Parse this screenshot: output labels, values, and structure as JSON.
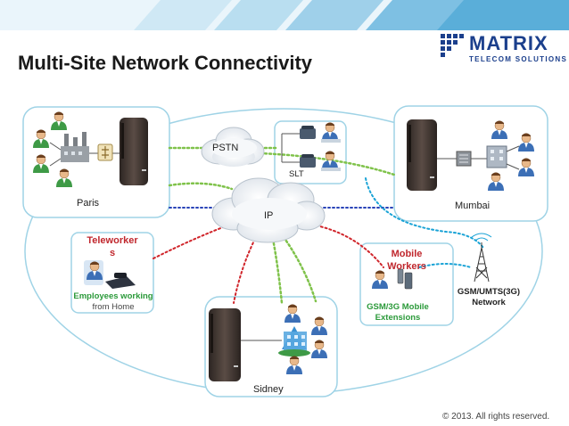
{
  "title": "Multi-Site Network Connectivity",
  "logo": {
    "brand": "MATRIX",
    "tagline": "TELECOM SOLUTIONS"
  },
  "sites": {
    "paris": "Paris",
    "mumbai": "Mumbai",
    "sidney": "Sidney"
  },
  "clouds": {
    "pstn": "PSTN",
    "ip": "IP"
  },
  "slt": "SLT",
  "teleworker": {
    "title_line1": "Teleworker",
    "title_line2": "s",
    "caption_line1": "Employees working",
    "caption_line2": "from Home"
  },
  "mobile": {
    "title_line1": "Mobile",
    "title_line2": "Workers",
    "caption_line1": "GSM/3G Mobile",
    "caption_line2": "Extensions"
  },
  "gsm": {
    "line1": "GSM/UMTS(3G)",
    "line2": "Network"
  },
  "copyright": "© 2013. All rights reserved.",
  "colors": {
    "accent_blue": "#1b3f8c",
    "link_green": "#7fc24a",
    "link_blue": "#2a44b8",
    "link_red": "#d0242a",
    "link_cyan": "#1aa3d6",
    "box_border": "#9fd3e6"
  }
}
